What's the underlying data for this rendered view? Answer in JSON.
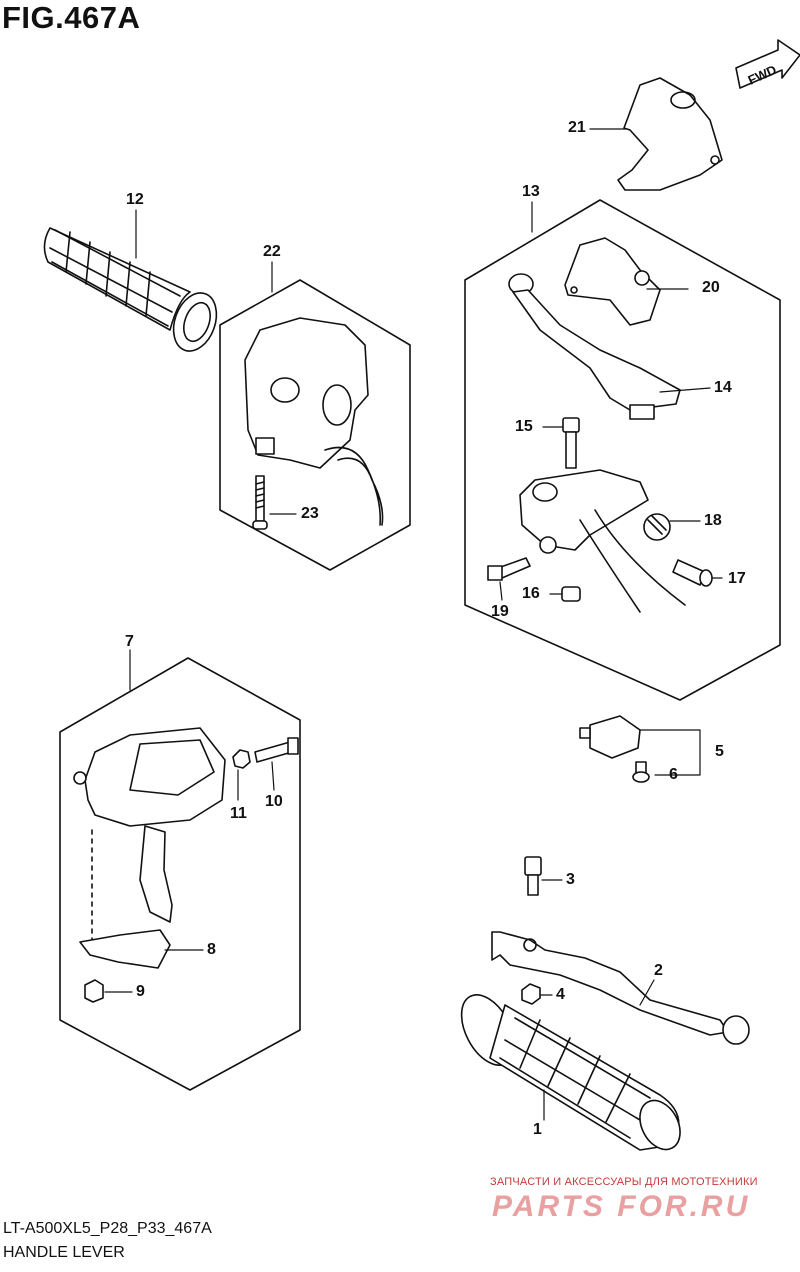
{
  "figure": {
    "title": "FIG.467A",
    "code": "LT-A500XL5_P28_P33_467A",
    "name": "HANDLE LEVER",
    "fwd_label": "FWD"
  },
  "callouts": [
    "1",
    "2",
    "3",
    "4",
    "5",
    "6",
    "7",
    "8",
    "9",
    "10",
    "11",
    "12",
    "13",
    "14",
    "15",
    "16",
    "17",
    "18",
    "19",
    "20",
    "21",
    "22",
    "23"
  ],
  "watermark": {
    "text": "ЗАПЧАСТИ И АКСЕССУАРЫ ДЛЯ МОТОТЕХНИКИ",
    "logo": "PARTS FOR.RU"
  }
}
